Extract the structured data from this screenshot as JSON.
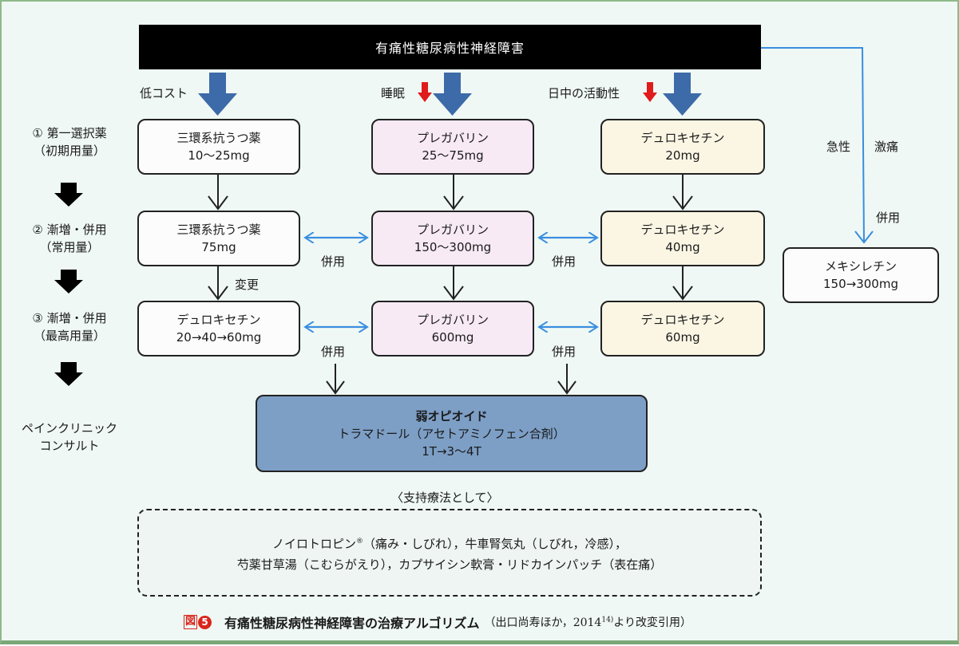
{
  "header": {
    "title": "有痛性糖尿病性神経障害"
  },
  "column_labels": {
    "col1": "低コスト",
    "col2": "睡眠",
    "col3": "日中の活動性"
  },
  "steps": [
    {
      "line1": "① 第一選択薬",
      "line2": "（初期用量）"
    },
    {
      "line1": "② 漸増・併用",
      "line2": "（常用量）"
    },
    {
      "line1": "③ 漸増・併用",
      "line2": "（最高用量）"
    },
    {
      "line1": "ペインクリニック",
      "line2": "コンサルト"
    }
  ],
  "boxes": {
    "col1": [
      {
        "drug": "三環系抗うつ薬",
        "dose": "10～25mg"
      },
      {
        "drug": "三環系抗うつ薬",
        "dose": "75mg"
      },
      {
        "drug": "デュロキセチン",
        "dose": "20→40→60mg"
      }
    ],
    "col2": [
      {
        "drug": "プレガバリン",
        "dose": "25～75mg"
      },
      {
        "drug": "プレガバリン",
        "dose": "150～300mg"
      },
      {
        "drug": "プレガバリン",
        "dose": "600mg"
      }
    ],
    "col3": [
      {
        "drug": "デュロキセチン",
        "dose": "20mg"
      },
      {
        "drug": "デュロキセチン",
        "dose": "40mg"
      },
      {
        "drug": "デュロキセチン",
        "dose": "60mg"
      }
    ]
  },
  "connector_labels": {
    "change": "変更",
    "combine": "併用"
  },
  "acute": {
    "label_left": "急性",
    "label_right": "激痛",
    "combine": "併用",
    "drug": "メキシレチン",
    "dose": "150→300mg"
  },
  "opioid": {
    "line1": "弱オピオイド",
    "line2": "トラマドール（アセトアミノフェン合剤）",
    "line3": "1T→3～4T"
  },
  "support": {
    "heading": "〈支持療法として〉",
    "line1_a": "ノイロトロピン",
    "line1_reg": "®",
    "line1_b": "（痛み・しびれ），牛車腎気丸（しびれ，冷感），",
    "line2": "芍薬甘草湯（こむらがえり），カプサイシン軟膏・リドカインパッチ（表在痛）"
  },
  "caption": {
    "fig_label": "図",
    "fig_number": "5",
    "title": "有痛性糖尿病性神経障害の治療アルゴリズム",
    "source_a": "（出口尚寿ほか，2014",
    "source_ref": "14)",
    "source_b": "より改変引用）"
  },
  "colors": {
    "background": "#eff8f4",
    "title_bar": "#000000",
    "big_arrow": "#3d6aa8",
    "red_arrow": "#e01b1b",
    "blue_connector": "#3a8ee0",
    "col1_fill": "#fbfcfb",
    "col2_fill": "#f7eaf5",
    "col3_fill": "#fbf6e4",
    "opioid_fill": "#7d9fc6",
    "caption_red": "#d9261c"
  }
}
